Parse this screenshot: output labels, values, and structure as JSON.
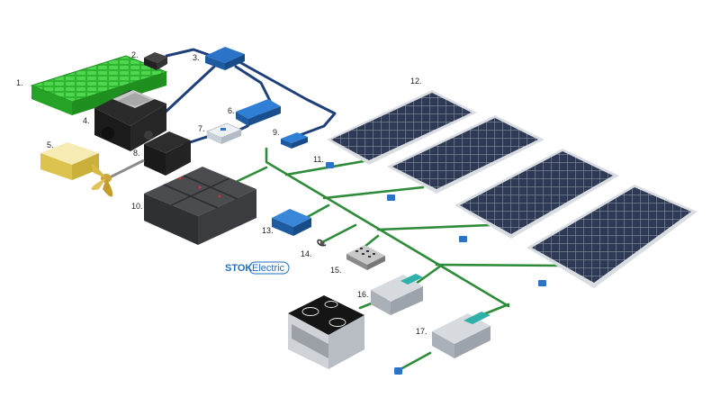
{
  "labels": [
    "1.",
    "2.",
    "3.",
    "4.",
    "5.",
    "6.",
    "7.",
    "8.",
    "9.",
    "10.",
    "11.",
    "12.",
    "13.",
    "14.",
    "15.",
    "16.",
    "17."
  ],
  "logo": {
    "part1": "STOK",
    "part2": "Electric"
  },
  "colors": {
    "dc_bus": "#2e8b3a",
    "data_cable": "#1f3f7a",
    "battery_green": "#3ac23a",
    "brand_blue": "#1f6fc0",
    "panel_cell": "#2a3346",
    "panel_frame": "#d9dde2",
    "battery_bank": "#3b3d40"
  },
  "icons": [
    "battery-pack-icon",
    "network-hub-icon",
    "display-unit-icon",
    "generator-icon",
    "fuel-tank-icon",
    "propeller-icon",
    "controller-icon",
    "solar-panel-icon",
    "junction-box-icon",
    "induction-hob-icon",
    "inverter-icon"
  ]
}
